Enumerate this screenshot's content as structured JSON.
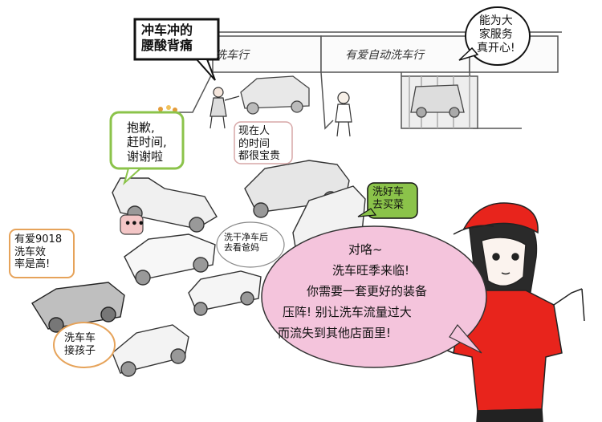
{
  "signs": {
    "left_partial": "洗车行",
    "right": "有爱自动洗车行"
  },
  "bubbles": {
    "worker": "冲车冲的\n腰酸背痛",
    "attendant": "能为大\n家服务\n真开心!",
    "apology": "抱歉,\n赶时间,\n谢谢啦",
    "time": "现在人\n的时间\n都很宝贵",
    "groceries": "洗好车\n去买菜",
    "ellipsis": "•••",
    "visit_dad": "洗干净车后\n去看爸妈",
    "efficiency": "有爱9018\n洗车效\n率是高!",
    "pickup": "洗车车\n接孩子",
    "main_line1": "对咯~",
    "main_line2": "洗车旺季来临!",
    "main_line3": "你需要一套更好的装备",
    "main_line4": "压阵!  别让洗车流量过大",
    "main_line5": "而流失到其他店面里!"
  },
  "colors": {
    "apology_border": "#8bc34a",
    "groceries_fill": "#8bc34a",
    "time_border": "#d7a7a7",
    "ellipsis_fill": "#f3c6c6",
    "efficiency_border": "#e6a35a",
    "pickup_border": "#e6a35a",
    "main_bubble_fill": "#f4c4dc",
    "girl_shirt": "#e8241c",
    "girl_cap": "#e8241c"
  }
}
